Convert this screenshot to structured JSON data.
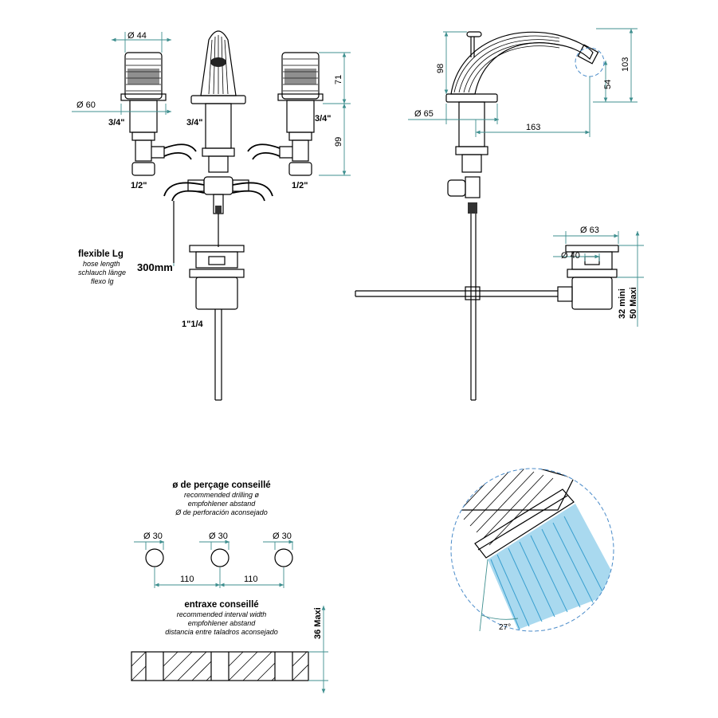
{
  "front_view": {
    "dia_handle": "44",
    "dia_base": "60",
    "thread_left": "3/4\"",
    "thread_center": "3/4\"",
    "thread_right": "3/4\"",
    "inlet_left": "1/2\"",
    "inlet_right": "1/2\"",
    "height_upper": "71",
    "height_lower": "99",
    "hose_title": "flexible Lg",
    "hose_lines": [
      "hose length",
      "schlauch länge",
      "flexo lg"
    ],
    "hose_length": "300mm",
    "drain_thread": "1\"1/4"
  },
  "side_view": {
    "height_spout": "98",
    "height_total": "103",
    "outlet_height": "54",
    "dia_base": "65",
    "reach": "163",
    "drain_dia_outer": "63",
    "drain_dia_inner": "40",
    "drain_min": "32 mini",
    "drain_max": "50 Maxi"
  },
  "drilling": {
    "title": "ø de perçage conseillé",
    "lines": [
      "recommended drilling ø",
      "empfohlener abstand",
      "Ø de perforación aconsejado"
    ],
    "hole_dias": [
      "30",
      "30",
      "30"
    ],
    "spacing_left": "110",
    "spacing_right": "110"
  },
  "interval": {
    "title": "entraxe conseillé",
    "lines": [
      "recommended interval width",
      "empfohlener abstand",
      "distancia entre taladros aconsejado"
    ],
    "thickness_max": "36 Maxi"
  },
  "detail": {
    "spray_angle": "27°",
    "colors": {
      "water": "#a9d9ef",
      "water_line": "#3a9fcf",
      "detail_circle": "#4a8bc9",
      "dimension": "#3f8f8f"
    }
  }
}
